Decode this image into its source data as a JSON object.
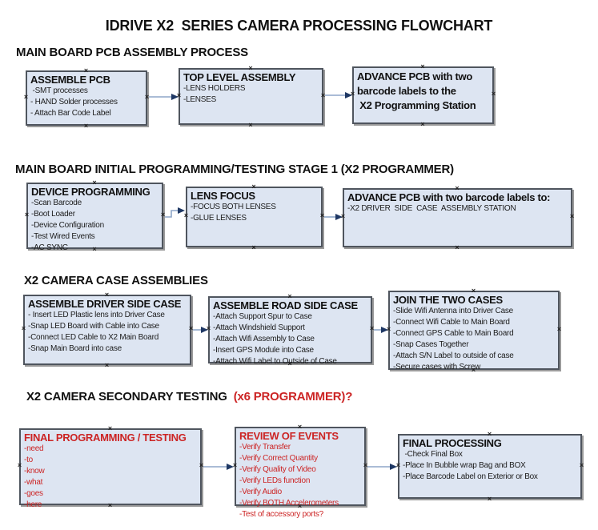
{
  "title": "IDRIVE X2  SERIES CAMERA PROCESSING FLOWCHART",
  "colors": {
    "box_fill": "#dde5f2",
    "box_border": "#4f555e",
    "arrow_line": "#8ea6c8",
    "arrow_head": "#1f3864",
    "red": "#cc2424",
    "text": "#111111"
  },
  "sections": [
    {
      "heading": "MAIN BOARD PCB ASSEMBLY PROCESS",
      "boxes": [
        {
          "header": "ASSEMBLE PCB",
          "items": [
            " -SMT processes",
            "- HAND Solder processes",
            "- Attach Bar Code Label"
          ]
        },
        {
          "header": "TOP LEVEL ASSEMBLY",
          "items": [
            "-LENS HOLDERS",
            "-LENSES"
          ]
        },
        {
          "header_lines": [
            "ADVANCE PCB with two",
            "barcode labels to the",
            " X2 Programming Station"
          ]
        }
      ]
    },
    {
      "heading": "MAIN BOARD INITIAL PROGRAMMING/TESTING STAGE 1 (X2 PROGRAMMER)",
      "boxes": [
        {
          "header": "DEVICE PROGRAMMING",
          "items": [
            "-Scan Barcode",
            "-Boot Loader",
            "-Device Configuration",
            "-Test Wired Events",
            "-AC SYNC"
          ]
        },
        {
          "header": "LENS FOCUS",
          "items": [
            "-FOCUS BOTH LENSES",
            "-GLUE LENSES"
          ]
        },
        {
          "header": "ADVANCE PCB with two barcode labels to:",
          "items": [
            "-X2 DRIVER  SIDE  CASE  ASSEMBLY STATION"
          ]
        }
      ]
    },
    {
      "heading": "X2 CAMERA CASE ASSEMBLIES",
      "boxes": [
        {
          "header": "ASSEMBLE DRIVER SIDE CASE",
          "items": [
            "- Insert LED Plastic lens into Driver Case",
            "-Snap LED Board with Cable into Case",
            "-Connect LED Cable to X2 Main Board",
            "-Snap Main Board into case"
          ]
        },
        {
          "header": "ASSEMBLE ROAD SIDE CASE",
          "items": [
            "-Attach Support Spur to Case",
            "-Attach Windshield Support",
            "-Attach Wifi Assembly to Case",
            "-Insert GPS Module into Case",
            "-Attach Wifi Label to Outside of Case"
          ]
        },
        {
          "header": "JOIN THE TWO CASES",
          "items": [
            "-Slide Wifi Antenna into Driver Case",
            "-Connect Wifi Cable to Main Board",
            "-Connect GPS Cable to Main Board",
            "-Snap Cases Together",
            "-Attach S/N Label to outside of case",
            "-Secure cases with Screw"
          ]
        }
      ]
    },
    {
      "heading": "X2 CAMERA SECONDARY TESTING  ",
      "heading_red": "(x6 PROGRAMMER)?",
      "boxes": [
        {
          "header": "FINAL PROGRAMMING / TESTING",
          "items": [
            "-need",
            "-to",
            "-know",
            "-what",
            "-goes",
            "-here"
          ]
        },
        {
          "header": "REVIEW OF EVENTS",
          "items": [
            "-Verify Transfer",
            "-Verify Correct Quantity",
            "-Verify Quality of Video",
            "-Verify LEDs function",
            "-Verify Audio",
            "-Verify BOTH Accelerometers",
            "-Test of accessory ports?"
          ]
        },
        {
          "header": "FINAL PROCESSING",
          "items": [
            " -Check Final Box",
            "-Place In Bubble wrap Bag and BOX",
            "-Place Barcode Label on Exterior or Box"
          ]
        }
      ]
    }
  ]
}
